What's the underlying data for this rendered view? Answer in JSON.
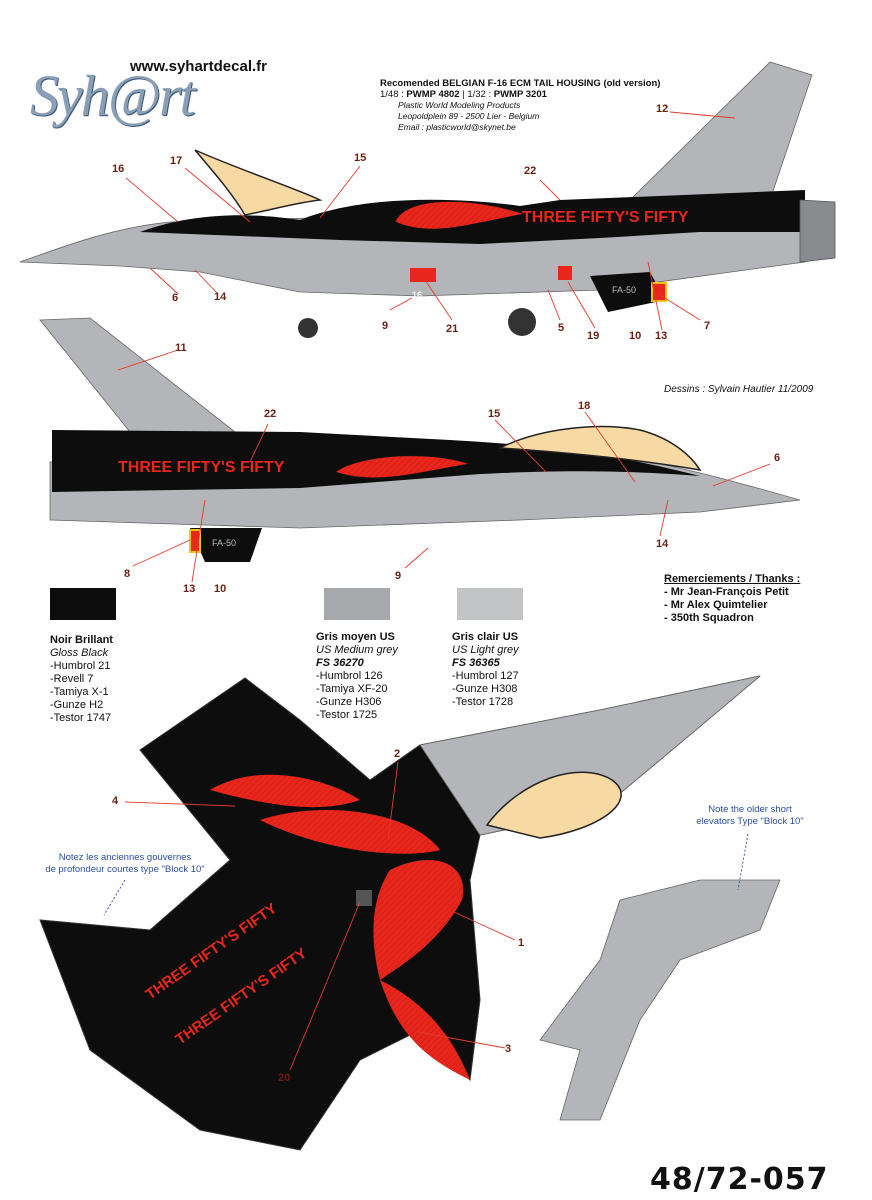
{
  "header": {
    "logo_text": "Syh@rt",
    "website": "www.syhartdecal.fr",
    "title": "Recomended BELGIAN F-16 ECM TAIL HOUSING (old version)",
    "scale_line_pre": "1/48 : ",
    "scale_48": "PWMP 4802",
    "scale_sep": "  | 1/32 : ",
    "scale_32": "PWMP 3201",
    "company": "Plastic World Modeling Products",
    "address": "Leopoldplein 89 - 2500 Lier - Belgium",
    "email": "Email : plasticworld@skynet.be"
  },
  "credits": "Dessins : Sylvain Hautier 11/2009",
  "tail_text": "THREE FIFTY'S FIFTY",
  "tail_code": "FA-50",
  "nose_number": "16",
  "callouts": {
    "c16": "16",
    "c17": "17",
    "c15": "15",
    "c22": "22",
    "c12": "12",
    "c6": "6",
    "c14": "14",
    "c9": "9",
    "c21": "21",
    "c5": "5",
    "c19": "19",
    "c10": "10",
    "c13": "13",
    "c7": "7",
    "c11": "11",
    "c22b": "22",
    "c15b": "15",
    "c18": "18",
    "c6b": "6",
    "c8": "8",
    "c13b": "13",
    "c10b": "10",
    "c9b": "9",
    "c14b": "14",
    "c2": "2",
    "c4": "4",
    "c1": "1",
    "c3": "3",
    "c20": "20"
  },
  "paints": [
    {
      "title": "Noir Brillant",
      "subtitle": "Gloss Black",
      "fs": "",
      "refs": [
        "-Humbrol 21",
        "-Revell 7",
        "-Tamiya X-1",
        "-Gunze H2",
        "-Testor 1747"
      ],
      "color": "#0d0d0d"
    },
    {
      "title": "Gris moyen US",
      "subtitle": "US Medium grey",
      "fs": "FS 36270",
      "refs": [
        "-Humbrol 126",
        "-Tamiya XF-20",
        "-Gunze H306",
        "-Testor 1725"
      ],
      "color": "#a6a8ab"
    },
    {
      "title": "Gris clair US",
      "subtitle": "US Light grey",
      "fs": "FS 36365",
      "refs": [
        "-Humbrol 127",
        "-Gunze H308",
        "-Testor 1728"
      ],
      "color": "#c3c4c6"
    }
  ],
  "thanks": {
    "header": "Remerciements / Thanks :",
    "items": [
      "- Mr Jean-François Petit",
      "- Mr Alex Quimtelier",
      "- 350th Squadron"
    ]
  },
  "notes": {
    "fr": [
      "Notez les anciennes gouvernes",
      "de profondeur courtes type \"Block 10\""
    ],
    "en": [
      "Note the older short",
      "elevators Type \"Block 10\""
    ]
  },
  "product_code": "48/72-057",
  "colors": {
    "black": "#0d0d0d",
    "red": "#e8261c",
    "grey": "#b4b5b8",
    "canopy": "#f7d9a4",
    "callout": "#6b1f12",
    "line": "#e23b2c",
    "note": "#2b4fa0"
  }
}
